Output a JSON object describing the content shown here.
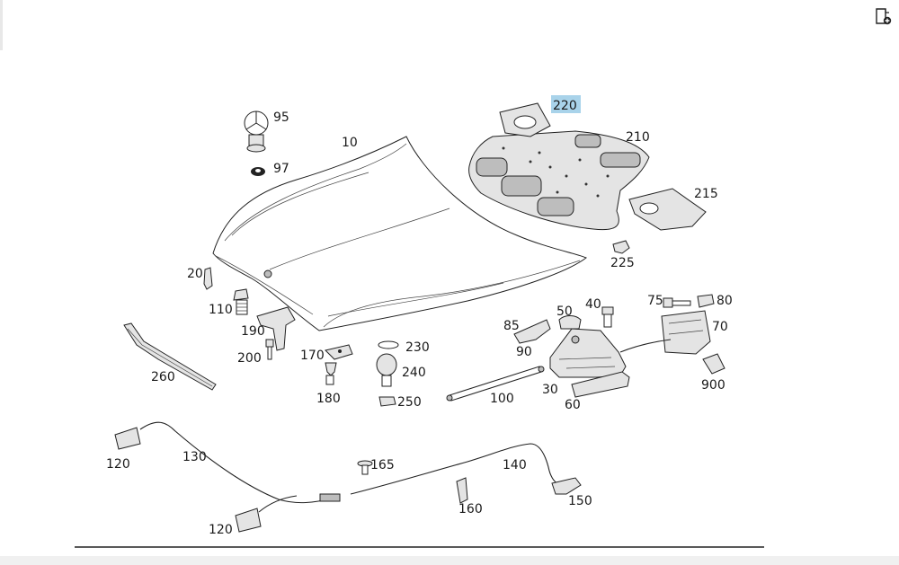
{
  "toolbar": {
    "corner_icon": "document-add-icon"
  },
  "diagram": {
    "highlight_color": "#a9d3ea",
    "highlighted_part": "220",
    "labels": {
      "p95": "95",
      "p97": "97",
      "p10": "10",
      "p220": "220",
      "p210": "210",
      "p215": "215",
      "p225": "225",
      "p20": "20",
      "p110": "110",
      "p190": "190",
      "p200": "200",
      "p260": "260",
      "p170": "170",
      "p180": "180",
      "p230": "230",
      "p240": "240",
      "p250": "250",
      "p85": "85",
      "p90": "90",
      "p50": "50",
      "p40": "40",
      "p75": "75",
      "p80": "80",
      "p70": "70",
      "p900": "900",
      "p100": "100",
      "p30": "30",
      "p60": "60",
      "p120a": "120",
      "p130": "130",
      "p165": "165",
      "p140": "140",
      "p160": "160",
      "p150": "150",
      "p120b": "120"
    }
  }
}
